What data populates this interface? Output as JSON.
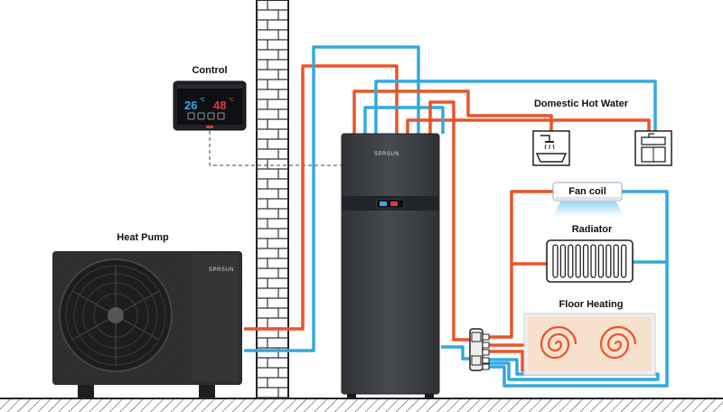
{
  "labels": {
    "control": "Control",
    "heat_pump": "Heat Pump",
    "domestic_hot_water": "Domestic Hot Water",
    "fan_coil": "Fan coil",
    "radiator": "Radiator",
    "floor_heating": "Floor Heating"
  },
  "controller": {
    "left_temp": "26",
    "right_temp": "48",
    "left_unit": "°C",
    "right_unit": "°C"
  },
  "brand": "SPRSUN",
  "colors": {
    "hot_pipe": "#e8552a",
    "cold_pipe": "#35a9dc",
    "unit_body": "#3e4246",
    "wall_line": "#222222"
  }
}
